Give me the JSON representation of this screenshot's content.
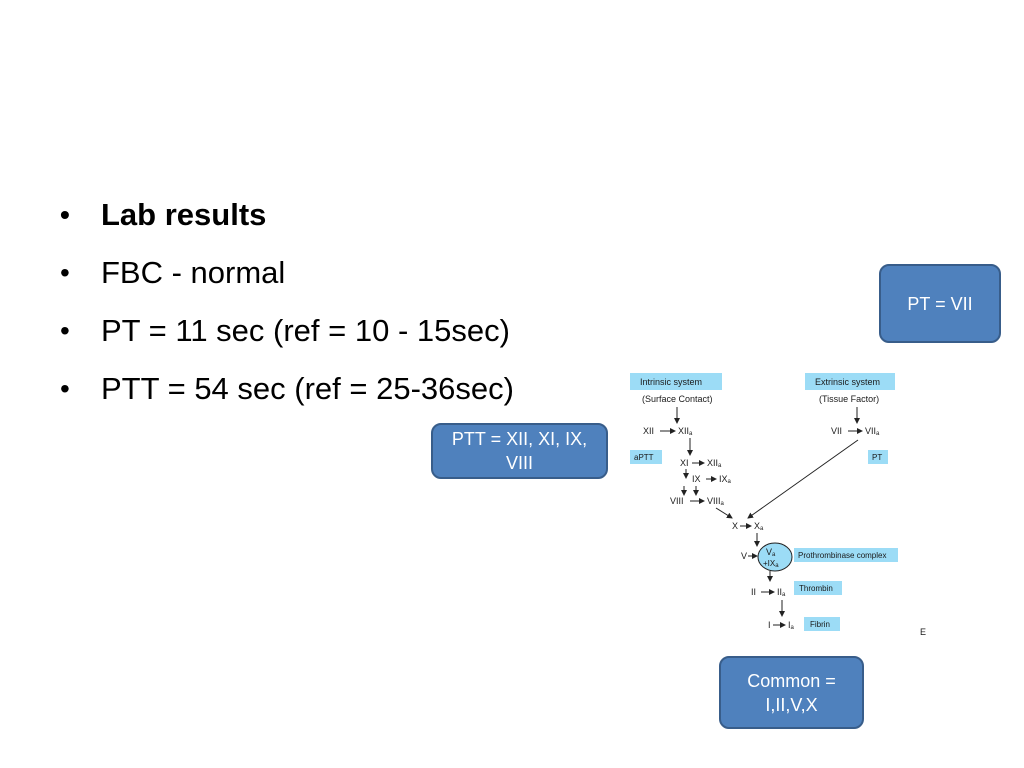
{
  "bullets": [
    {
      "text": "Lab results",
      "bold": true
    },
    {
      "text": "FBC - normal"
    },
    {
      "text": "PT = 11 sec (ref = 10 - 15sec)"
    },
    {
      "text": "PTT = 54 sec (ref = 25-36sec)"
    }
  ],
  "callouts": {
    "pt": "PT = VII",
    "ptt": "PTT = XII, XI, IX, VIII",
    "common": "Common = I,II,V,X"
  },
  "diagram": {
    "intrinsic_title": "Intrinsic system",
    "intrinsic_sub": "(Surface Contact)",
    "extrinsic_title": "Extrinsic system",
    "extrinsic_sub": "(Tissue Factor)",
    "aptt_label": "aPTT",
    "pt_label": "PT",
    "prothrombinase_label": "Prothrombinase complex",
    "thrombin_label": "Thrombin",
    "fibrin_label": "Fibrin",
    "factors": {
      "xii": "XII",
      "xiia": "XII",
      "xi": "XI",
      "xia": "XII",
      "ix": "IX",
      "ixa": "IX",
      "viii": "VIII",
      "viiia": "VIII",
      "vii": "VII",
      "viia": "VII",
      "x": "X",
      "xa": "X",
      "v": "V",
      "va": "V",
      "ixa_complex": "+IX",
      "ii": "II",
      "iia": "II",
      "i": "I",
      "ia": "I"
    },
    "subscript": "a",
    "corner_mark": "E"
  },
  "colors": {
    "callout_fill": "#4f81bd",
    "callout_border": "#385d8a",
    "label_box": "#9cdcf6"
  }
}
